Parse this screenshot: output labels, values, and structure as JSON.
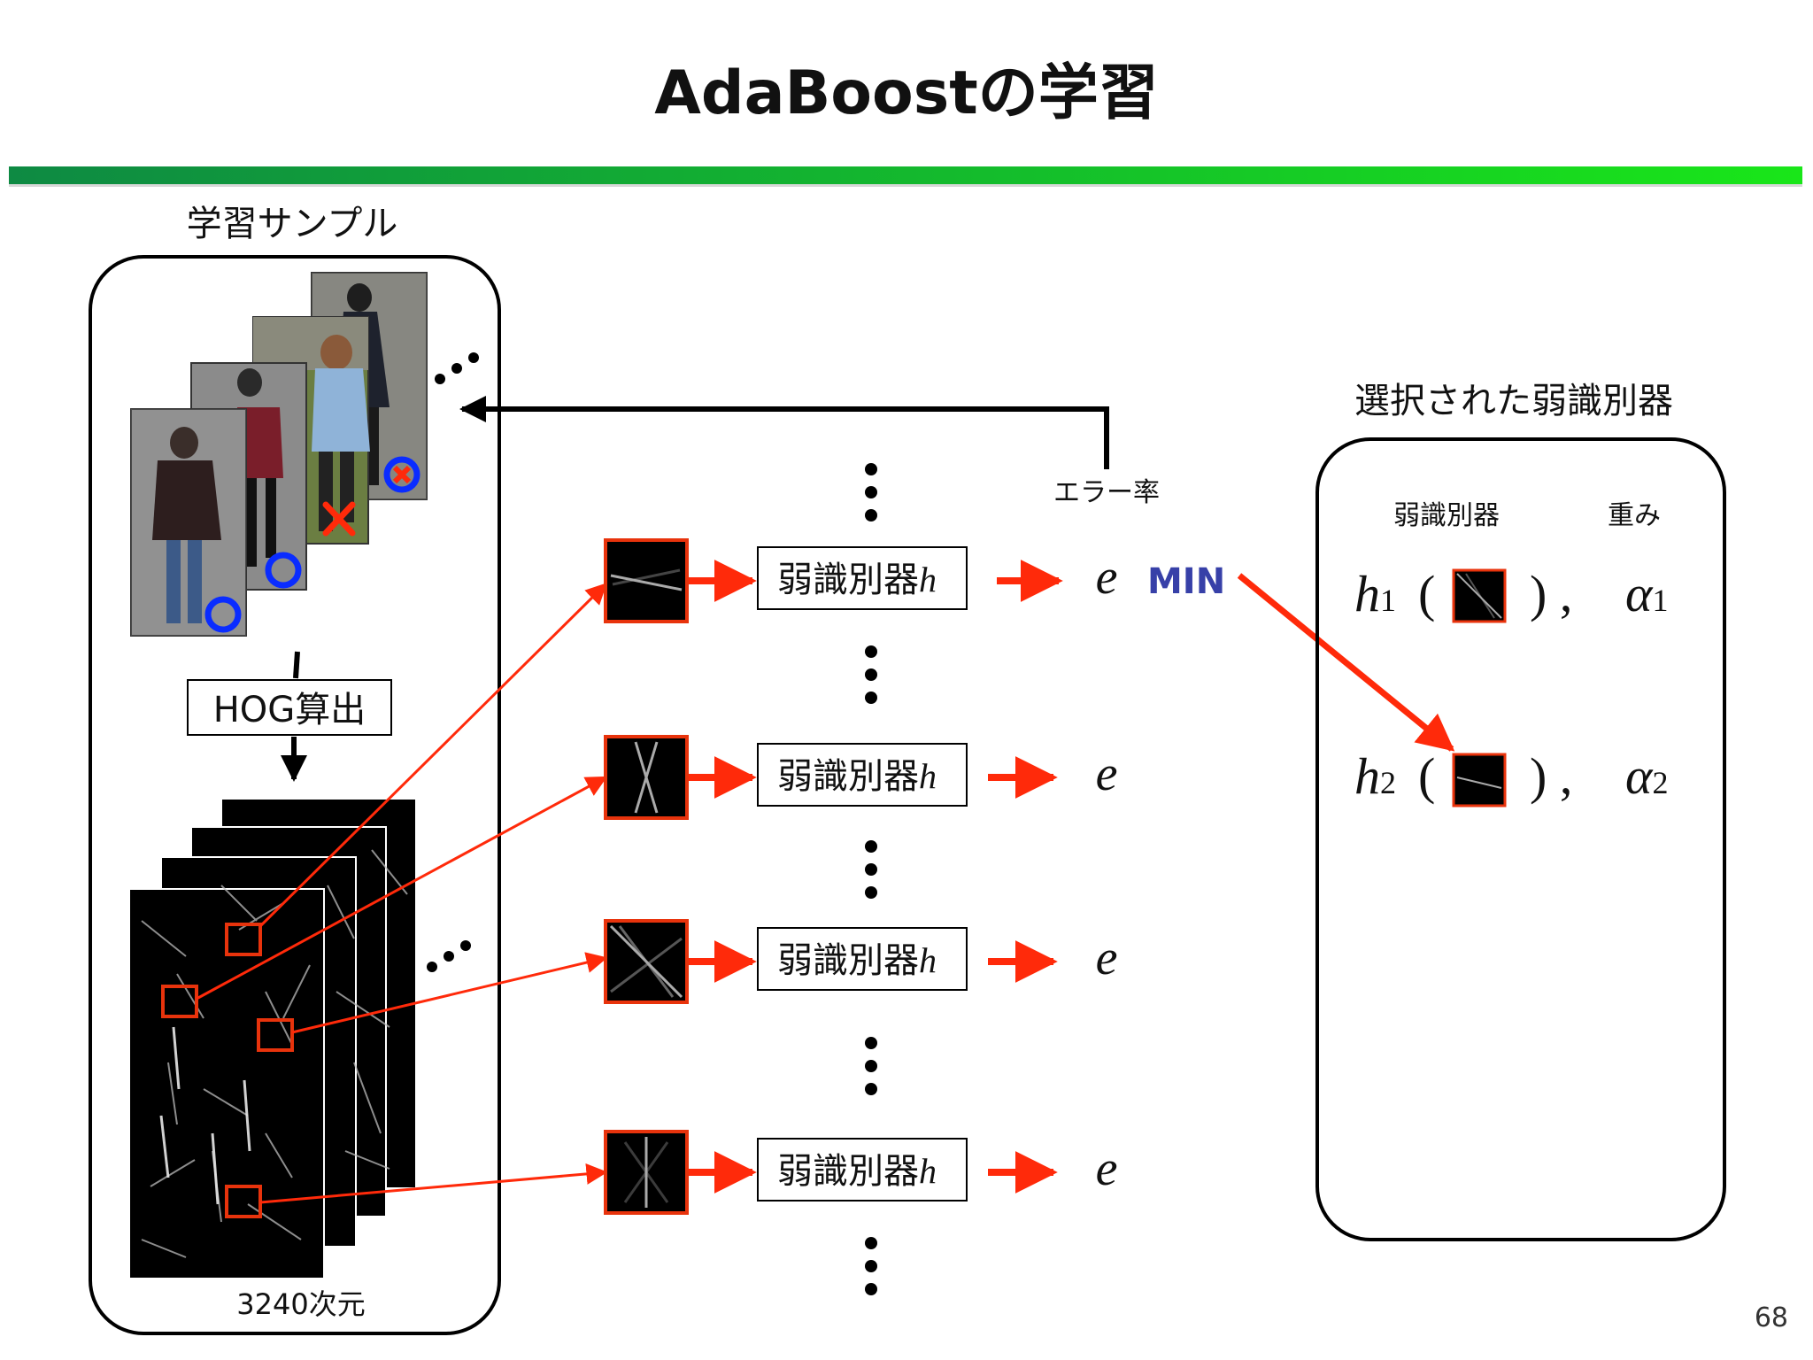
{
  "slide": {
    "title": "AdaBoostの学習",
    "page_number": "68",
    "colors": {
      "accent_bar_start": "#0e8a43",
      "accent_bar_end": "#19e619",
      "arrow_red": "#ff2a0a",
      "box_red": "#e8330c",
      "marker_blue": "#0a2cff",
      "min_text": "#3740a8"
    }
  },
  "training": {
    "label": "学習サンプル",
    "hog_label": "HOG算出",
    "dimension_label": "3240次元",
    "feedback_label": "エラー率"
  },
  "weak_classifiers": {
    "rows": [
      {
        "label": "弱識別器",
        "symbol": "h",
        "error": "e",
        "is_min": true
      },
      {
        "label": "弱識別器",
        "symbol": "h",
        "error": "e",
        "is_min": false
      },
      {
        "label": "弱識別器",
        "symbol": "h",
        "error": "e",
        "is_min": false
      },
      {
        "label": "弱識別器",
        "symbol": "h",
        "error": "e",
        "is_min": false
      }
    ],
    "min_label": "MIN"
  },
  "selected": {
    "label": "選択された弱識別器",
    "col_classifier": "弱識別器",
    "col_weight": "重み",
    "entries": [
      {
        "h": "h",
        "h_sub": "1",
        "open": "(",
        "close": ") ,",
        "alpha": "α",
        "alpha_sub": "1"
      },
      {
        "h": "h",
        "h_sub": "2",
        "open": "(",
        "close": ") ,",
        "alpha": "α",
        "alpha_sub": "2"
      }
    ]
  }
}
